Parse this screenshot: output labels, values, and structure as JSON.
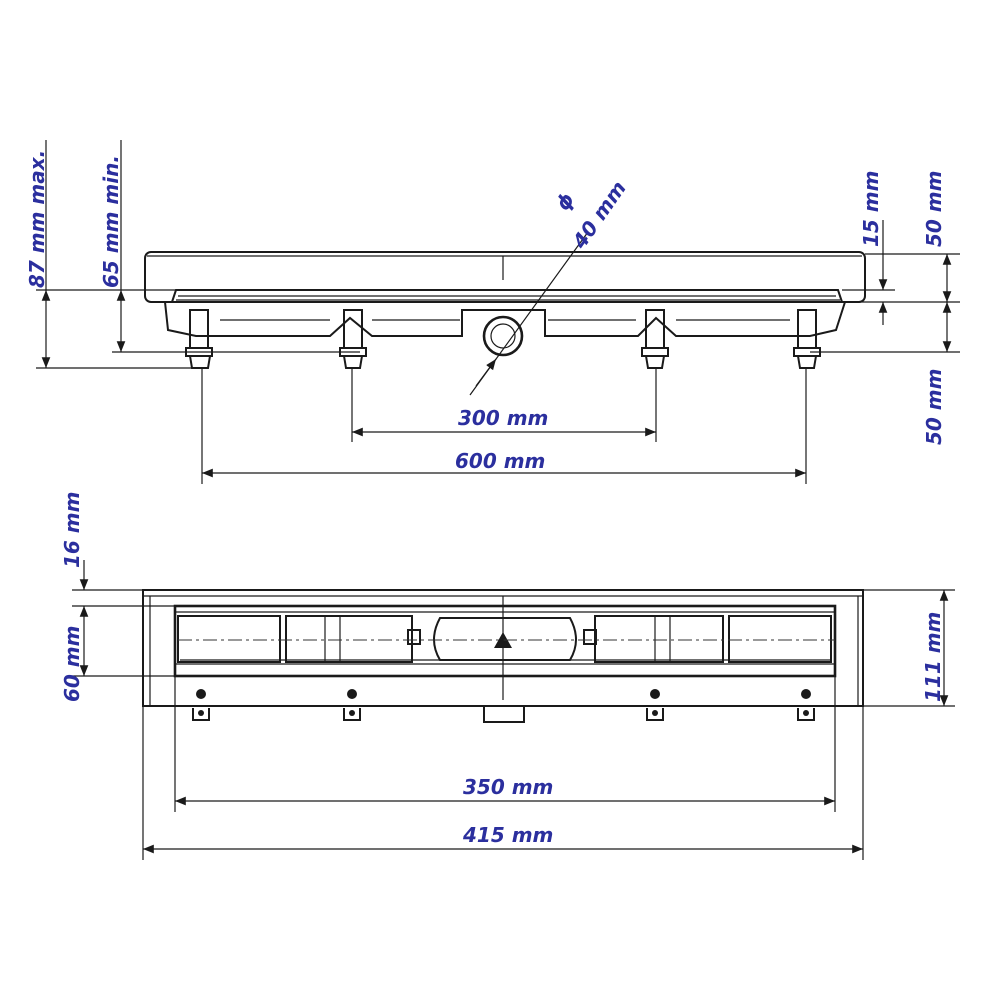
{
  "drawing": {
    "line_color": "#1a1a1a",
    "text_color": "#2b2f9e"
  },
  "side_view": {
    "depth_max": "87 mm max.",
    "depth_min": "65 mm min.",
    "pipe_diameter_symbol": "ϕ",
    "pipe_diameter": "40 mm",
    "grate_thickness": "15 mm",
    "top_height": "50 mm",
    "bottom_height": "50 mm",
    "inner_feet_spacing": "300 mm",
    "outer_feet_spacing": "600 mm"
  },
  "top_view": {
    "edge_offset": "16 mm",
    "inner_width": "60 mm",
    "total_width": "111 mm",
    "channel_length": "350 mm",
    "total_length": "415 mm"
  }
}
